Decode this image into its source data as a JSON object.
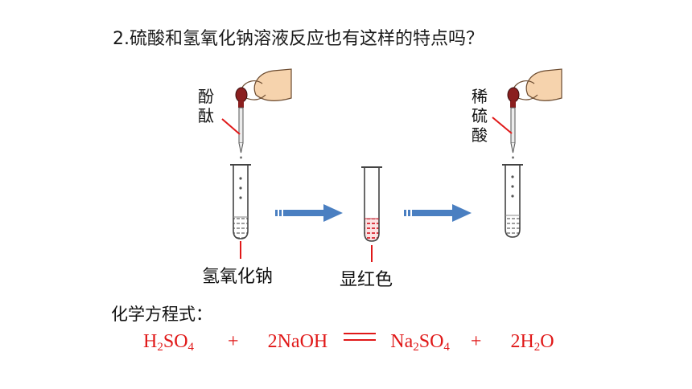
{
  "question": "2.硫酸和氢氧化钠溶液反应也有这样的特点吗？",
  "labels": {
    "indicator": "酚酞",
    "acid": "稀硫酸",
    "base": "氢氧化钠",
    "result": "显红色"
  },
  "equation_title": "化学方程式：",
  "equation": {
    "r1_a": "H",
    "r1_b": "2",
    "r1_c": "SO",
    "r1_d": "4",
    "plus1": "+",
    "r2": "2NaOH",
    "p1_a": "Na",
    "p1_b": "2",
    "p1_c": "SO",
    "p1_d": "4",
    "plus2": "+",
    "p2_a": "2H",
    "p2_b": "2",
    "p2_c": "O"
  },
  "colors": {
    "equation": "#e01818",
    "pointer": "#e01818",
    "arrow": "#4a7fc1",
    "red_solution": "#e0464f",
    "base_solution": "#b9b9b9",
    "hand": "#f6d3ad"
  }
}
